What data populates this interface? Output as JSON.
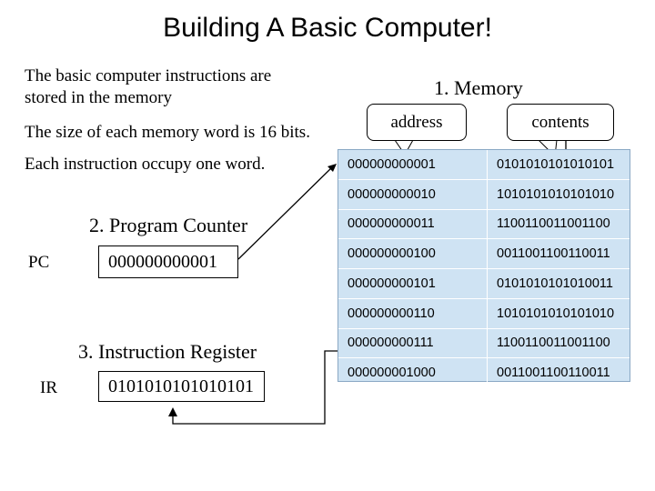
{
  "title": "Building A Basic Computer!",
  "left_text": {
    "line1": "The basic  computer instructions are",
    "line2": "stored in the memory",
    "line3": "The size of each memory word is 16 bits.",
    "line4": "Each instruction occupy one word."
  },
  "memory": {
    "heading": "1. Memory",
    "address_label": "address",
    "contents_label": "contents",
    "rows": [
      {
        "address": "000000000001",
        "contents": "0101010101010101"
      },
      {
        "address": "000000000010",
        "contents": "1010101010101010"
      },
      {
        "address": "000000000011",
        "contents": "1100110011001100"
      },
      {
        "address": "000000000100",
        "contents": "0011001100110011"
      },
      {
        "address": "000000000101",
        "contents": "0101010101010011"
      },
      {
        "address": "000000000110",
        "contents": "1010101010101010"
      },
      {
        "address": "000000000111",
        "contents": "1100110011001100"
      },
      {
        "address": "000000001000",
        "contents": "0011001100110011"
      }
    ]
  },
  "program_counter": {
    "heading": "2. Program Counter",
    "label": "PC",
    "value": "000000000001"
  },
  "instruction_register": {
    "heading": "3. Instruction Register",
    "label": "IR",
    "value": "0101010101010101"
  }
}
